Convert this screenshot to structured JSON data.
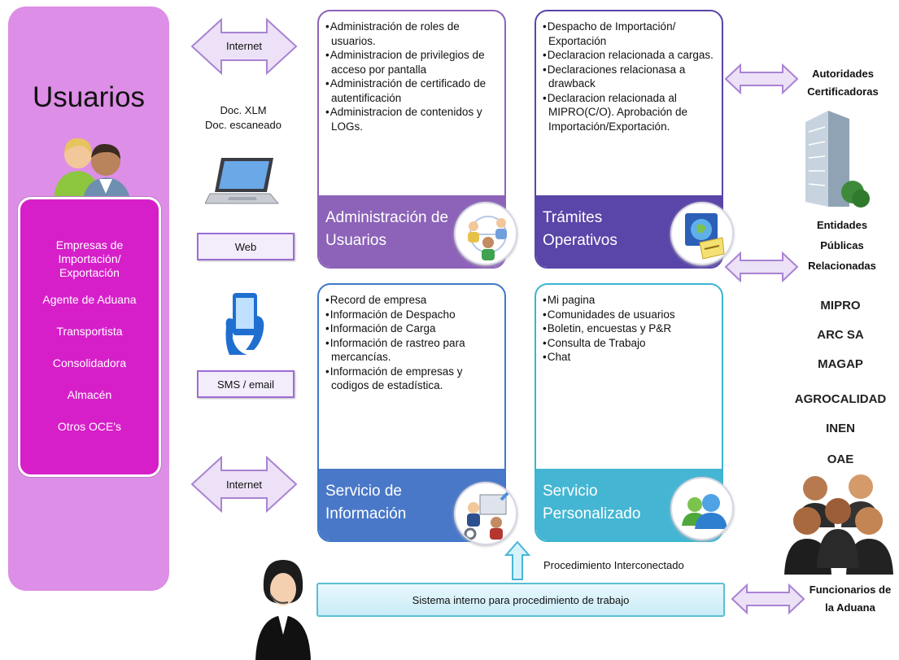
{
  "users": {
    "title": "Usuarios",
    "items": [
      "Empresas de Importación/ Exportación",
      "Agente de Aduana",
      "Transportista",
      "Consolidadora",
      "Almacén",
      "Otros OCE's"
    ]
  },
  "channels": {
    "internet_top": "Internet",
    "internet_bottom": "Internet",
    "docs": "Doc. XLM\nDoc. escaneado",
    "web": "Web",
    "sms_email": "SMS / email"
  },
  "modules": {
    "admin": {
      "items": [
        "Administración de roles de usuarios.",
        "Administracion de privilegios de acceso por pantalla",
        "Administración de certificado de autentificación",
        "Administracion de contenidos y LOGs."
      ],
      "title": "Administración de Usuarios"
    },
    "tramites": {
      "items": [
        "Despacho de Importación/ Exportación",
        "Declaracion relacionada a cargas.",
        "Declaraciones relacionasa a drawback",
        "Declaracion relacionada al MIPRO(C/O). Aprobación de Importación/Exportación."
      ],
      "title": "Trámites Operativos"
    },
    "info": {
      "items": [
        "Record de empresa",
        "Información de Despacho",
        "Información de Carga",
        "Información de rastreo para mercancías.",
        "Información de empresas y codigos de estadística."
      ],
      "title": "Servicio de Información"
    },
    "personal": {
      "items": [
        "Mi pagina",
        "Comunidades de usuarios",
        "Boletin, encuestas y P&R",
        "Consulta de Trabajo",
        "Chat"
      ],
      "title": "Servicio Personalizado"
    }
  },
  "right": {
    "autoridades": "Autoridades Certificadoras",
    "entidades": "Entidades Públicas Relacionadas",
    "entities": [
      "MIPRO",
      "ARC SA",
      "MAGAP",
      "AGROCALIDAD",
      "INEN",
      "OAE"
    ],
    "funcionarios": "Funcionarios de la Aduana"
  },
  "bottom": {
    "procedure": "Procedimiento Interconectado",
    "internal_system": "Sistema interno para procedimiento de trabajo"
  },
  "colors": {
    "users_panel": "#dd8ee6",
    "users_list": "#d61fc9",
    "admin": "#8c63b8",
    "tramites": "#5a45a8",
    "info": "#4a78c8",
    "personal": "#44b6d3"
  }
}
